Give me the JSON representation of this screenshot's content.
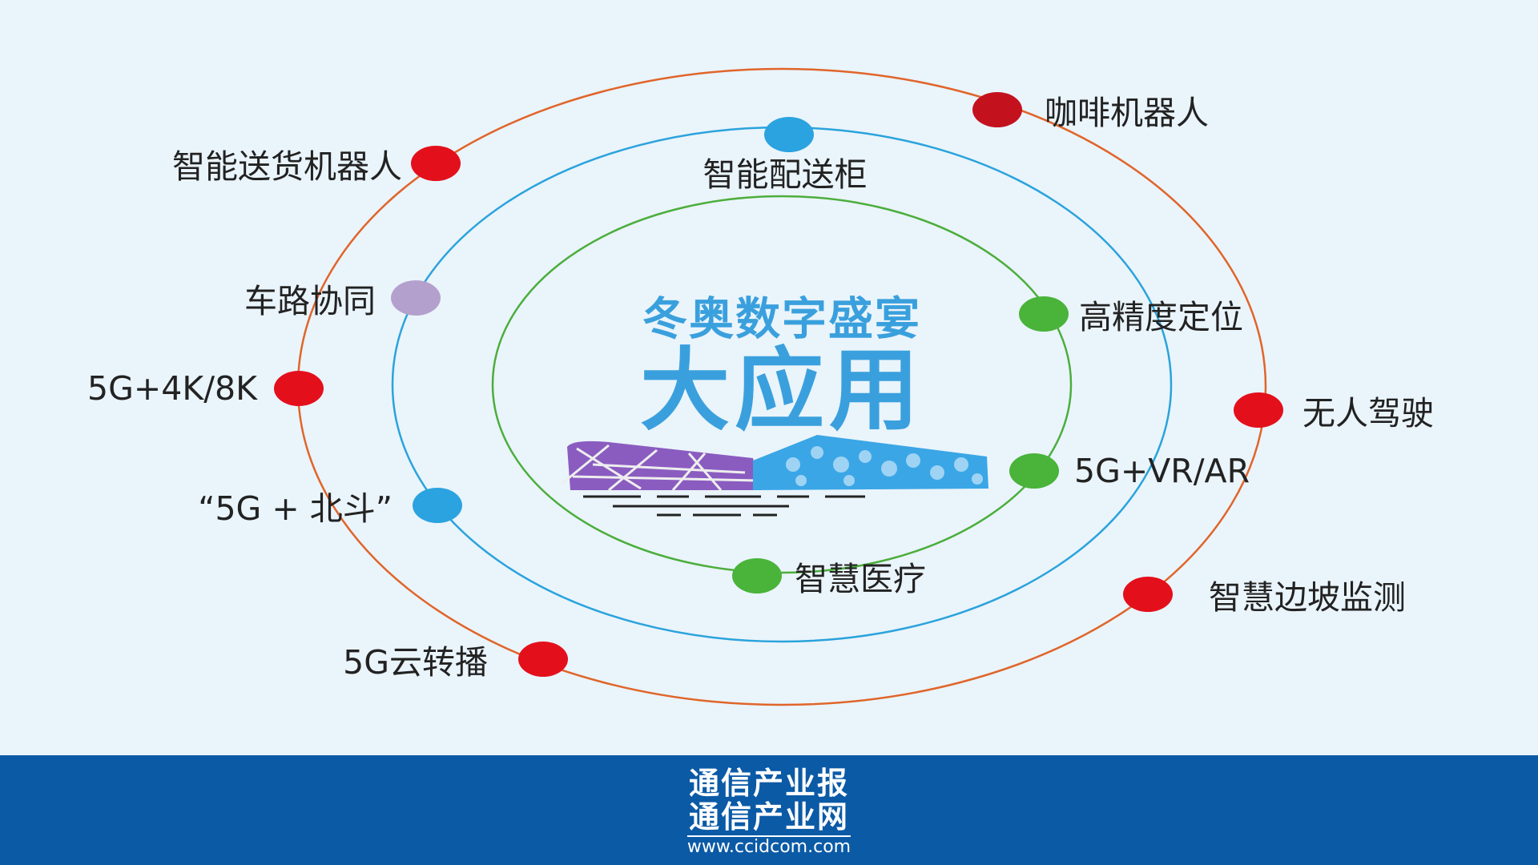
{
  "title": {
    "line1": "冬奥数字盛宴",
    "line2": "大应用"
  },
  "colors": {
    "outer_ring": "#e0652a",
    "middle_ring": "#2aa3dc",
    "inner_ring": "#4cae3c",
    "red": "#e3101c",
    "dark_red": "#c3121e",
    "blue": "#2aa3e0",
    "purple": "#b4a0cc",
    "green": "#49b33a",
    "footer": "#0b5aa6"
  },
  "nodes": [
    {
      "label": "咖啡机器人",
      "ring": "outer",
      "color": "dark_red"
    },
    {
      "label": "智能送货机器人",
      "ring": "outer",
      "color": "red"
    },
    {
      "label": "智能配送柜",
      "ring": "middle",
      "color": "blue"
    },
    {
      "label": "车路协同",
      "ring": "middle",
      "color": "purple"
    },
    {
      "label": "高精度定位",
      "ring": "inner",
      "color": "green"
    },
    {
      "label": "5G+4K/8K",
      "ring": "outer",
      "color": "red"
    },
    {
      "label": "无人驾驶",
      "ring": "outer",
      "color": "red"
    },
    {
      "label": "“5G + 北斗”",
      "ring": "middle",
      "color": "blue"
    },
    {
      "label": "5G+VR/AR",
      "ring": "inner",
      "color": "green"
    },
    {
      "label": "智慧医疗",
      "ring": "inner",
      "color": "green"
    },
    {
      "label": "智慧边坡监测",
      "ring": "outer",
      "color": "red"
    },
    {
      "label": "5G云转播",
      "ring": "outer",
      "color": "red"
    }
  ],
  "footer": {
    "line1": "通信产业报",
    "line2": "通信产业网",
    "url": "www.ccidcom.com"
  }
}
